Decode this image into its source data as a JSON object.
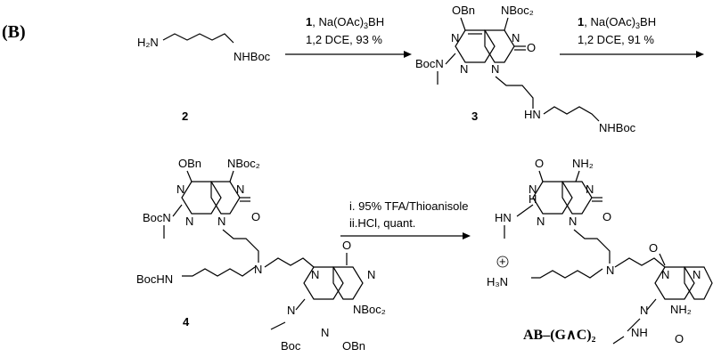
{
  "panel_label": "(B)",
  "steps": [
    {
      "reagent_bold": "1",
      "reagent_rest": ", Na(OAc)",
      "reagent_sub": "3",
      "reagent_tail": "BH",
      "solvent_yield": "1,2 DCE, 93 %"
    },
    {
      "reagent_bold": "1",
      "reagent_rest": ", Na(OAc)",
      "reagent_sub": "3",
      "reagent_tail": "BH",
      "solvent_yield": "1,2 DCE, 91 %"
    },
    {
      "line1": "i. 95% TFA/Thioanisole",
      "line2": "ii.HCl, quant."
    }
  ],
  "compounds": {
    "c2": {
      "number": "2",
      "labels": {
        "h2n": "H₂N",
        "nhboc": "NHBoc"
      }
    },
    "c3": {
      "number": "3",
      "labels": {
        "obn": "OBn",
        "nboc2": "NBoc₂",
        "n": "N",
        "o": "O",
        "bocn": "BocN",
        "hn": "HN",
        "nhboc": "NHBoc"
      }
    },
    "c4": {
      "number": "4",
      "labels": {
        "obn": "OBn",
        "nboc2": "NBoc₂",
        "n": "N",
        "o": "O",
        "bocn": "BocN",
        "bochn": "BocHN",
        "boc": "Boc"
      }
    },
    "product": {
      "name": "AB–(G∧C)₂",
      "labels": {
        "nh2": "NH₂",
        "o": "O",
        "n": "N",
        "h": "H",
        "hn": "HN",
        "nh": "NH",
        "h3n": "H₃N",
        "plus": "+"
      }
    }
  }
}
